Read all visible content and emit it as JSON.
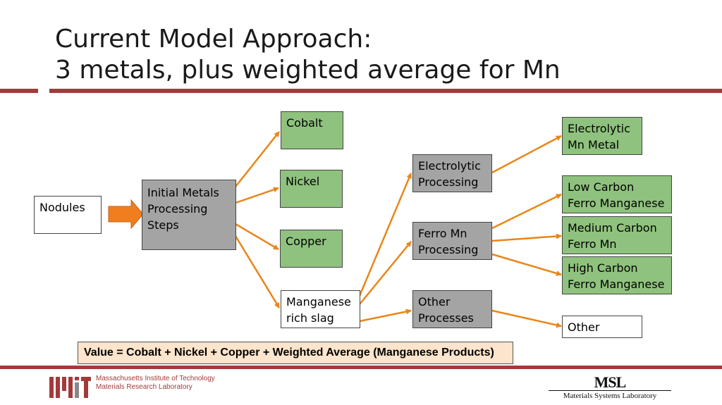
{
  "slide": {
    "title_line1": "Current Model Approach:",
    "title_line2": "3 metals, plus weighted average for Mn"
  },
  "diagram": {
    "nodules": "Nodules",
    "initial_processing": "Initial Metals\nProcessing\nSteps",
    "cobalt": "Cobalt",
    "nickel": "Nickel",
    "copper": "Copper",
    "manganese_slag": "Manganese\nrich slag",
    "electrolytic_processing": "Electrolytic\nProcessing",
    "ferro_mn_processing": "Ferro Mn\nProcessing",
    "other_processes": "Other\nProcesses",
    "electrolytic_mn_metal": "Electrolytic\nMn Metal",
    "low_carbon": "Low Carbon\nFerro Manganese",
    "medium_carbon": "Medium Carbon\nFerro Mn",
    "high_carbon": "High Carbon\nFerro Manganese",
    "other": "Other",
    "formula": "Value = Cobalt + Nickel + Copper + Weighted Average (Manganese Products)"
  },
  "footer": {
    "mit_line1": "Massachusetts Institute of Technology",
    "mit_line2": "Materials Research Laboratory",
    "msl_mark": "MSL",
    "msl_caption": "Materials Systems Laboratory"
  },
  "colors": {
    "accent": "#a33a3a",
    "green_box": "#8fc27e",
    "gray_box": "#a4a4a4",
    "arrow": "#e8861a",
    "formula_bg": "#fde4cc"
  }
}
